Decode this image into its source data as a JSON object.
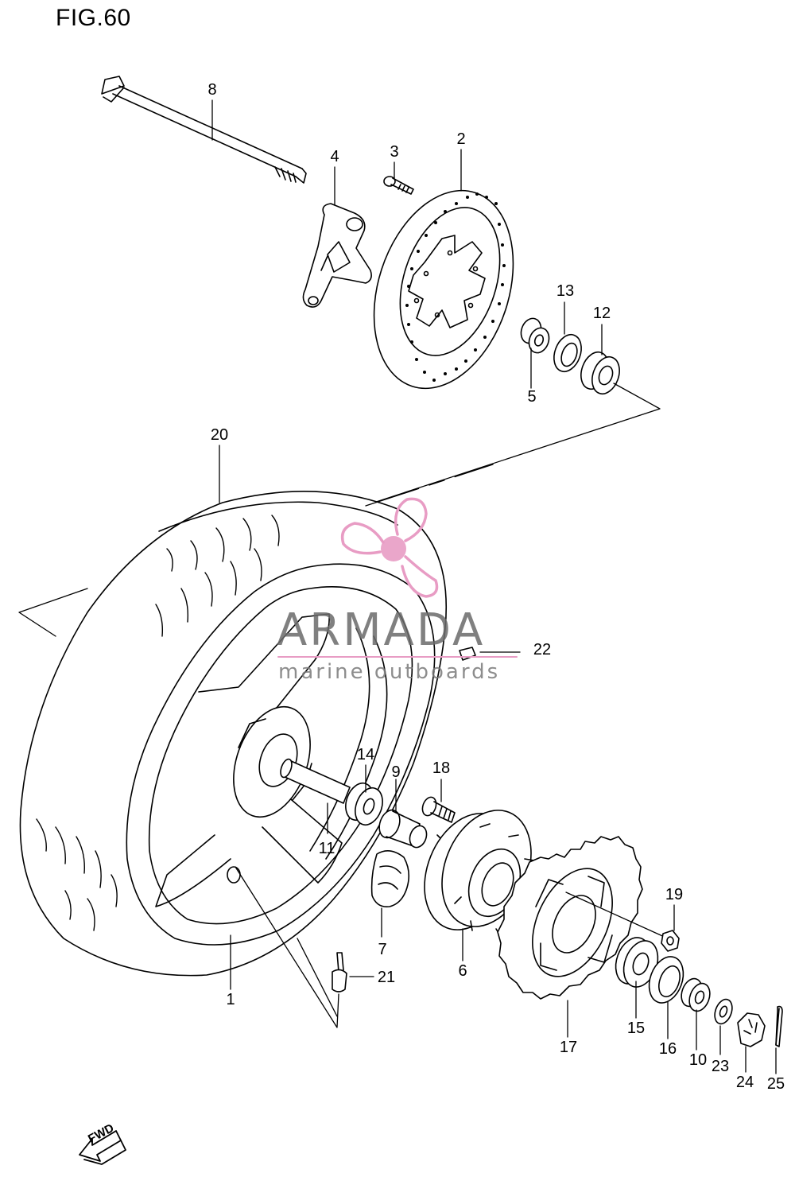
{
  "title": "FIG.60",
  "watermark": {
    "name": "ARMADA",
    "tagline": "marine outboards",
    "colors": {
      "logo": "#e89cc4",
      "text": "#6b6b6b",
      "line": "#e89cc4"
    }
  },
  "direction_badge": {
    "label": "FWD",
    "icon": "arrow-left-icon"
  },
  "callouts": [
    {
      "id": "1",
      "label": "1"
    },
    {
      "id": "2",
      "label": "2"
    },
    {
      "id": "3",
      "label": "3"
    },
    {
      "id": "4",
      "label": "4"
    },
    {
      "id": "5",
      "label": "5"
    },
    {
      "id": "6",
      "label": "6"
    },
    {
      "id": "7",
      "label": "7"
    },
    {
      "id": "8",
      "label": "8"
    },
    {
      "id": "9",
      "label": "9"
    },
    {
      "id": "10",
      "label": "10"
    },
    {
      "id": "11",
      "label": "11"
    },
    {
      "id": "12",
      "label": "12"
    },
    {
      "id": "13",
      "label": "13"
    },
    {
      "id": "14",
      "label": "14"
    },
    {
      "id": "15",
      "label": "15"
    },
    {
      "id": "16",
      "label": "16"
    },
    {
      "id": "17",
      "label": "17"
    },
    {
      "id": "18",
      "label": "18"
    },
    {
      "id": "19",
      "label": "19"
    },
    {
      "id": "20",
      "label": "20"
    },
    {
      "id": "21",
      "label": "21"
    },
    {
      "id": "22",
      "label": "22"
    },
    {
      "id": "23",
      "label": "23"
    },
    {
      "id": "24",
      "label": "24"
    },
    {
      "id": "25",
      "label": "25"
    }
  ]
}
